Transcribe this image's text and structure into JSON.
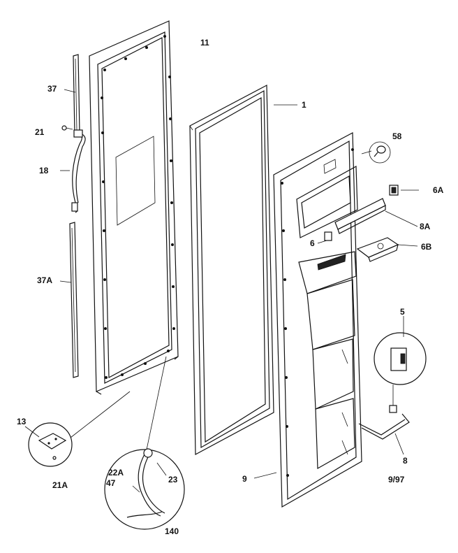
{
  "callouts": {
    "p11": "11",
    "p37": "37",
    "p21": "21",
    "p18": "18",
    "p37A": "37A",
    "p1": "1",
    "p58": "58",
    "p6A": "6A",
    "p8A": "8A",
    "p6": "6",
    "p6B": "6B",
    "p5": "5",
    "p8": "8",
    "p13": "13",
    "p21A": "21A",
    "p22A": "22A",
    "p47": "47",
    "p23": "23",
    "p140": "140",
    "p9": "9",
    "date": "9/97"
  },
  "colors": {
    "line": "#111111",
    "background": "#ffffff"
  }
}
